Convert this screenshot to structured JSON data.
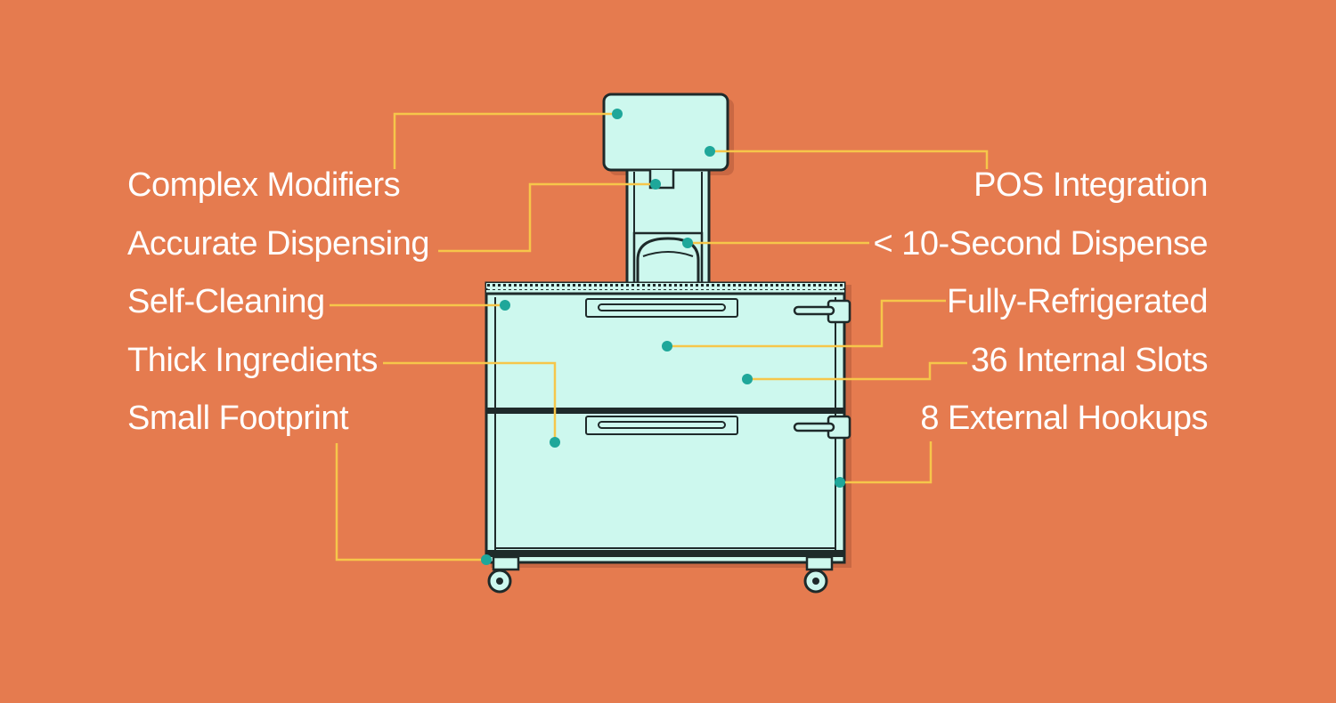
{
  "colors": {
    "background": "#E57B4F",
    "machine_fill": "#CDF8EE",
    "outline": "#1E2A2A",
    "leader_line": "#F6C64A",
    "dot": "#1FA79A"
  },
  "labels_left": [
    "Complex Modifiers",
    "Accurate Dispensing",
    "Self-Cleaning",
    "Thick Ingredients",
    "Small Footprint"
  ],
  "labels_right": [
    "POS Integration",
    "< 10-Second Dispense",
    "Fully-Refrigerated",
    "36 Internal Slots",
    "8 External Hookups"
  ]
}
